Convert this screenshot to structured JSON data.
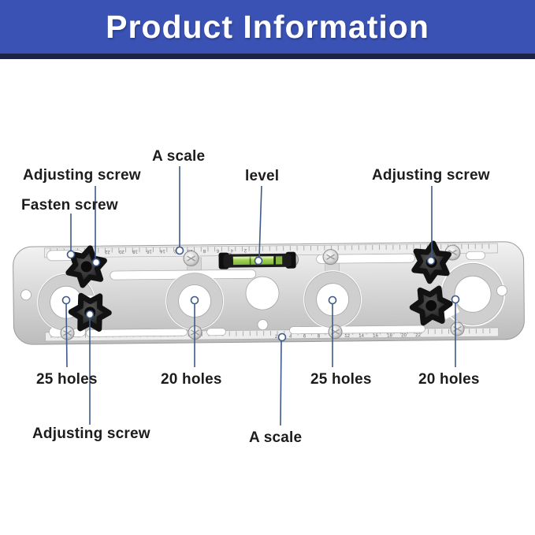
{
  "header": {
    "title": "Product Information",
    "bar_color": "#3a52b4",
    "underline_color": "#1d2346"
  },
  "labels": {
    "a_scale_top": "A scale",
    "adjusting_screw_top_left": "Adjusting screw",
    "fasten_screw": "Fasten screw",
    "level": "level",
    "adjusting_screw_top_right": "Adjusting screw",
    "holes_25_left": "25 holes",
    "holes_20_left": "20 holes",
    "holes_25_right": "25 holes",
    "holes_20_right": "20 holes",
    "adjusting_screw_bottom": "Adjusting screw",
    "a_scale_bottom": "A scale"
  },
  "plate": {
    "leader_color": "#3d5a88",
    "top_scale_numbers": [
      "22",
      "20",
      "18",
      "16",
      "14",
      "12",
      "10",
      "8",
      "6",
      "4",
      "2"
    ],
    "bottom_scale_numbers": [
      "2",
      "4",
      "6",
      "8",
      "10",
      "12",
      "14",
      "16",
      "18",
      "20",
      "22"
    ]
  }
}
